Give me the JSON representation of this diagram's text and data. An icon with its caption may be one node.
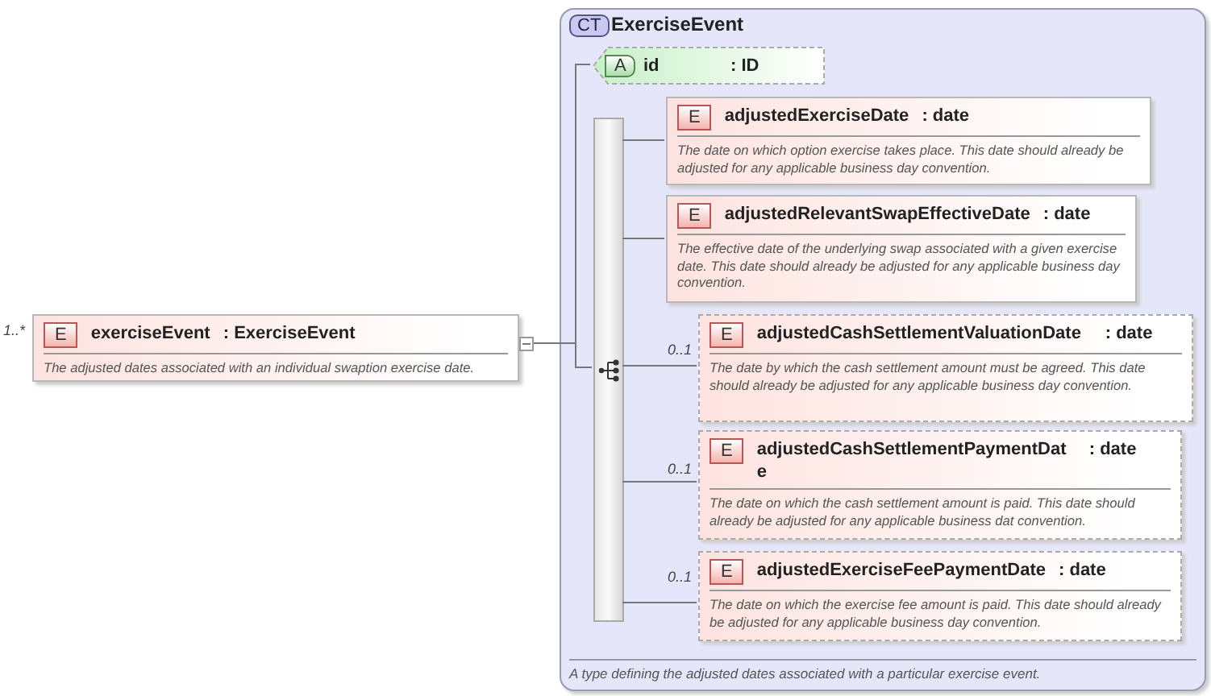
{
  "diagram": {
    "nodes": [
      {
        "text": [
          "E",
          "exerciseEvent",
          ": ExerciseEvent",
          "The adjusted dates associated with an individual swaption exercise date."
        ],
        "beside": [
          "1..*"
        ]
      },
      {
        "text": [
          "CT",
          "ExerciseEvent",
          "A type defining the adjusted dates associated with a particular exercise event."
        ]
      },
      {
        "text": [
          "A",
          "id",
          ": ID"
        ],
        "in": 1
      },
      {
        "text": [],
        "shape": "bar",
        "in": 1
      },
      {
        "text": [
          "E",
          "adjustedExerciseDate",
          ": date",
          "The date on which option exercise takes place. This date should already be adjusted for any applicable business day convention."
        ],
        "in": 1
      },
      {
        "text": [
          "E",
          "adjustedRelevantSwapEffectiveDate",
          ": date",
          "The effective date of the underlying swap associated with a given exercise date. This date should already be adjusted for any applicable business day convention."
        ],
        "in": 1
      },
      {
        "text": [
          "E",
          "adjustedCashSettlementValuationDate",
          ": date",
          "The date by which the cash settlement amount must be agreed. This date should already be adjusted for any applicable business day convention."
        ],
        "beside": [
          "0..1"
        ],
        "in": 1
      },
      {
        "text": [
          "E",
          "adjustedCashSettlementPaymentDate",
          ": date",
          "The date on which the cash settlement amount is paid. This date should already be adjusted for any applicable business dat convention."
        ],
        "beside": [
          "0..1"
        ],
        "in": 1
      },
      {
        "text": [
          "E",
          "adjustedExerciseFeePaymentDate",
          ": date",
          "The date on which the exercise fee amount is paid. This date should already be adjusted for any applicable business day convention."
        ],
        "beside": [
          "0..1"
        ],
        "in": 1
      }
    ],
    "edges": [
      {
        "from": 0,
        "to": 2,
        "arrow": "none"
      },
      {
        "from": 0,
        "to": 3,
        "arrow": "none"
      },
      {
        "from": 3,
        "to": 4,
        "arrow": "none"
      },
      {
        "from": 3,
        "to": 5,
        "arrow": "none"
      },
      {
        "from": 3,
        "to": 6,
        "arrow": "none"
      },
      {
        "from": 3,
        "to": 7,
        "arrow": "none"
      },
      {
        "from": 3,
        "to": 8,
        "arrow": "none"
      }
    ]
  }
}
